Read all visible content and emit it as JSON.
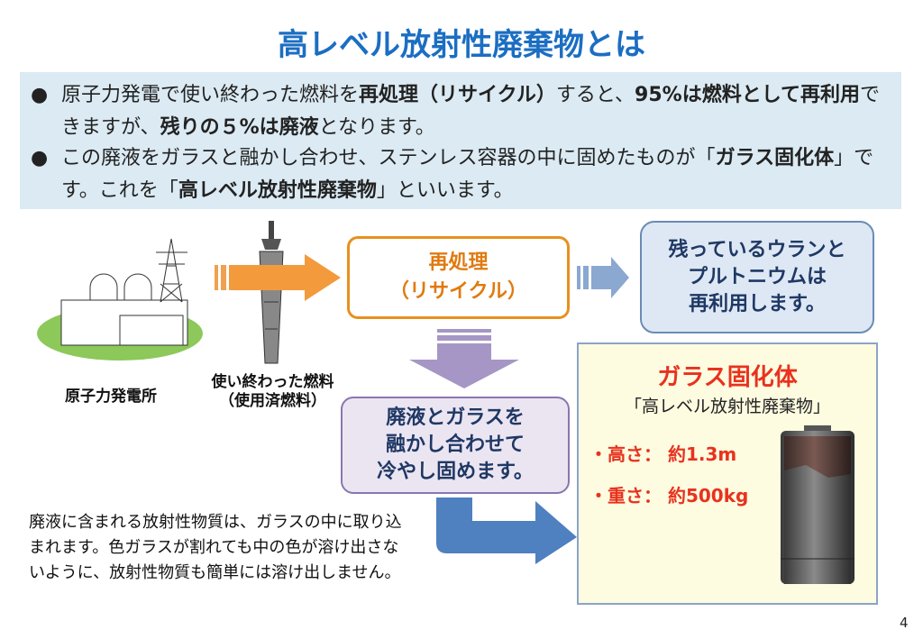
{
  "title": "高レベル放射性廃棄物とは",
  "intro": {
    "bullet1": [
      "原子力発電で使い終わった燃料を",
      "再処理（リサイクル）",
      "すると、",
      "95%は燃料として再利用",
      "できますが、",
      "残りの５%は廃液",
      "となります。"
    ],
    "bullet2": [
      "この廃液をガラスと融かし合わせ、ステンレス容器の中に固めたものが「",
      "ガラス固化体",
      "」です。これを「",
      "高レベル放射性廃棄物",
      "」といいます。"
    ],
    "bullet_symbol": "●"
  },
  "plant_label": "原子力発電所",
  "fuel_label": [
    "使い終わった燃料",
    "（使用済燃料）"
  ],
  "reprocess": [
    "再処理",
    "（リサイクル）"
  ],
  "reuse": [
    "残っているウランと",
    "プルトニウムは",
    "再利用します。"
  ],
  "vitrify": [
    "廃液とガラスを",
    "融かし合わせて",
    "冷やし固めます。"
  ],
  "note": "廃液に含まれる放射性物質は、ガラスの中に取り込まれます。色ガラスが割れても中の色が溶け出さないように、放射性物質も簡単には溶け出しません。",
  "glass": {
    "title": "ガラス固化体",
    "subtitle": "「高レベル放射性廃棄物」",
    "height": "・高さ： 約1.3m",
    "weight": "・重さ： 約500kg"
  },
  "page_number": "4"
}
